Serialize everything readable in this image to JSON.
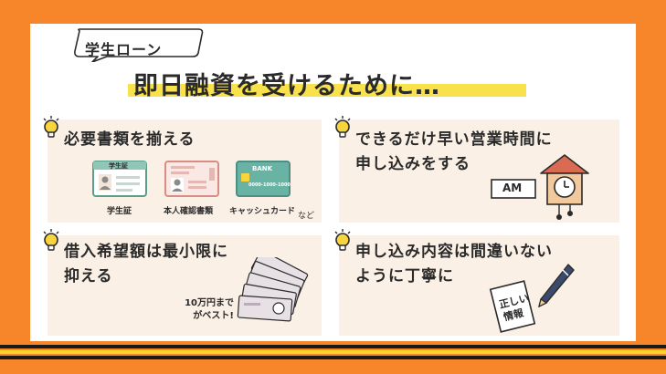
{
  "tag": "学生ローン",
  "title": "即日融資を受けるために…",
  "tips": [
    {
      "line1": "必要書類を揃える",
      "line2": "",
      "cards": [
        {
          "label": "学生証",
          "header": "学生証"
        },
        {
          "label": "本人確認書類",
          "header": ""
        },
        {
          "label": "キャッシュカード",
          "header": "BANK",
          "number": "0000-1000-1000"
        }
      ],
      "suffix": "など"
    },
    {
      "line1": "できるだけ早い営業時間に",
      "line2": "申し込みをする",
      "sign": "AM"
    },
    {
      "line1": "借入希望額は最小限に",
      "line2": "抑える",
      "note_line1": "10万円まで",
      "note_line2": "がベスト!"
    },
    {
      "line1": "申し込み内容は間違いない",
      "line2": "ように丁寧に",
      "paper_line1": "正しい",
      "paper_line2": "情報"
    }
  ],
  "colors": {
    "background": "#f7862b",
    "card": "#ffffff",
    "panel": "#fbf0e6",
    "highlight": "#f8e14b",
    "text": "#2a2a2a"
  }
}
